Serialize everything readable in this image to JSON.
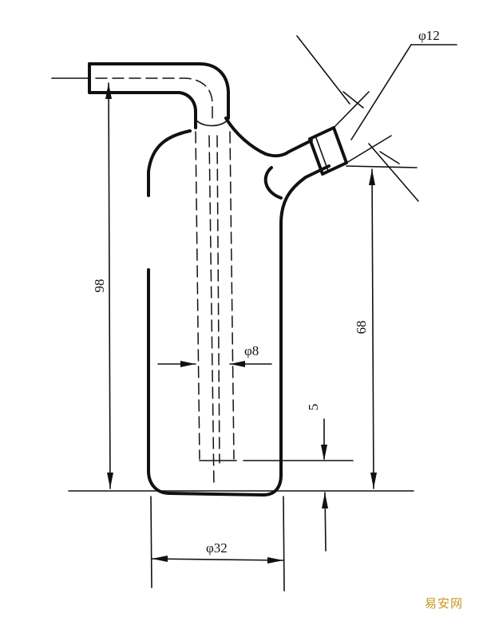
{
  "dimensions": {
    "d12": "φ12",
    "d8": "φ8",
    "d32": "φ32",
    "h98": "98",
    "h68": "68",
    "h5": "5"
  },
  "watermark": "易安网",
  "colors": {
    "line": "#111111",
    "watermark": "#c8961e"
  }
}
